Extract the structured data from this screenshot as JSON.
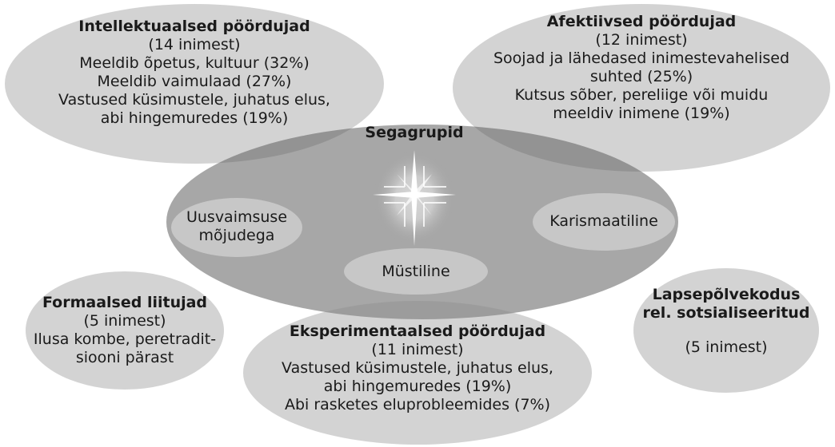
{
  "intellectual": {
    "title": "Intellektuaalsed pöördujad",
    "count": "(14 inimest)",
    "line1": "Meeldib õpetus, kultuur (32%)",
    "line2": "Meeldib vaimulaad (27%)",
    "line3": "Vastused küsimustele, juhatus elus,",
    "line4": "abi hingemuredes (19%)"
  },
  "affective": {
    "title": "Afektiivsed pöördujad",
    "count": "(12 inimest)",
    "line1": "Soojad ja lähedased inimestevahelised",
    "line2": "suhted (25%)",
    "line3": "Kutsus sõber, pereliige või muidu",
    "line4": "meeldiv inimene (19%)"
  },
  "mixed": {
    "title": "Segagrupid",
    "newage_line1": "Uusvaimsuse",
    "newage_line2": "mõjudega",
    "charismatic": "Karismaatiline",
    "mystic": "Müstiline"
  },
  "formal": {
    "title": "Formaalsed liitujad",
    "count": "(5 inimest)",
    "line1": "Ilusa kombe, peretradit-",
    "line2": "siooni pärast"
  },
  "experimental": {
    "title": "Eksperimentaalsed pöördujad",
    "count": "(11 inimest)",
    "line1": "Vastused küsimustele, juhatus elus,",
    "line2": "abi hingemuredes (19%)",
    "line3": "Abi rasketes eluprobleemides (7%)"
  },
  "childhood": {
    "title_line1": "Lapsepõlvekodus",
    "title_line2": "rel. sotsialiseeritud",
    "count": "(5 inimest)"
  },
  "icons": {
    "center": "radiant-cross-icon"
  }
}
